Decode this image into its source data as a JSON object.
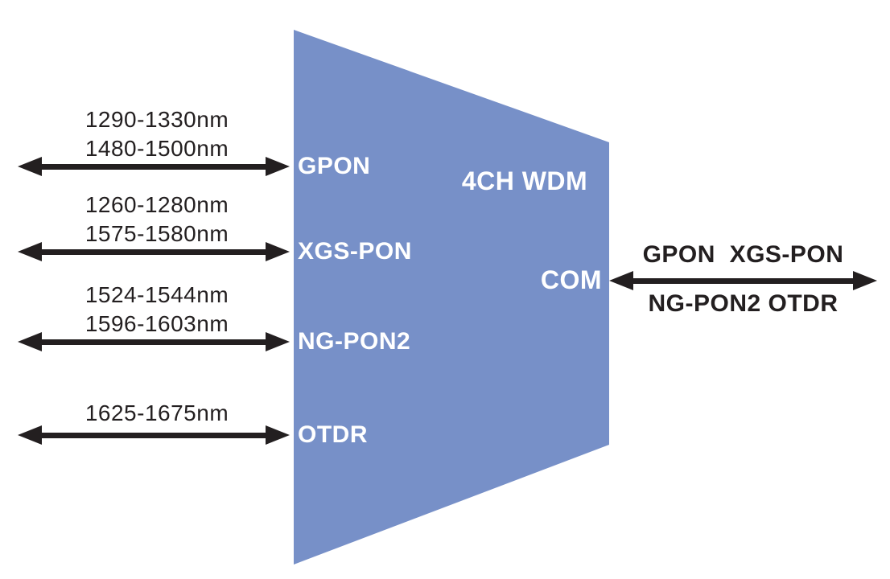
{
  "diagram": {
    "title": "4CH WDM",
    "com_label": "COM",
    "device_color": "#7790c8",
    "arrow_color": "#231f20",
    "channels": [
      {
        "label": "GPON",
        "wavelengths": [
          "1290-1330nm",
          "1480-1500nm"
        ]
      },
      {
        "label": "XGS-PON",
        "wavelengths": [
          "1260-1280nm",
          "1575-1580nm"
        ]
      },
      {
        "label": "NG-PON2",
        "wavelengths": [
          "1524-1544nm",
          "1596-1603nm"
        ]
      },
      {
        "label": "OTDR",
        "wavelengths": [
          "1625-1675nm"
        ]
      }
    ],
    "output": {
      "top_label": "GPON  XGS-PON",
      "bottom_label": "NG-PON2 OTDR"
    }
  }
}
